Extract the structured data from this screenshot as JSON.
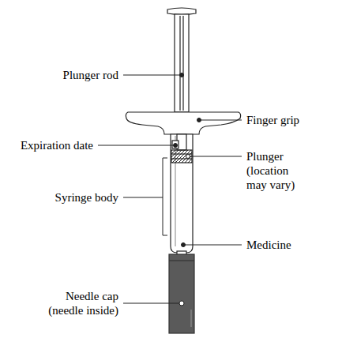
{
  "diagram": {
    "labels": [
      "Plunger rod",
      "Finger grip",
      "Expiration date",
      "Plunger (location may vary)",
      "Syringe body",
      "Medicine",
      "Needle cap (needle inside)"
    ]
  }
}
